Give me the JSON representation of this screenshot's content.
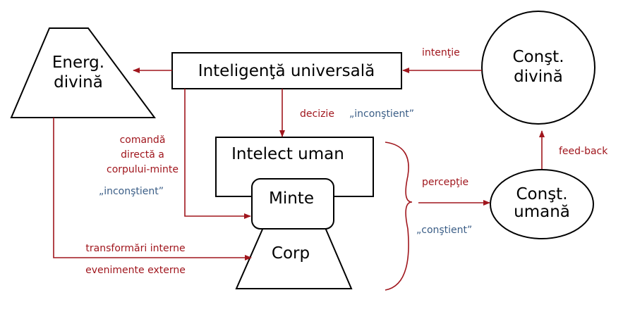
{
  "colors": {
    "arrow": "#a0161d",
    "label_red": "#a0161d",
    "label_blue": "#3a5d86",
    "outline": "#000000"
  },
  "nodes": {
    "energ_divina": [
      "Energ.",
      "divină"
    ],
    "inteligenta_universala": "Inteligenţă universală",
    "const_divina": [
      "Conşt.",
      "divină"
    ],
    "intelect_uman": "Intelect uman",
    "minte": "Minte",
    "corp": "Corp",
    "const_umana": [
      "Conşt.",
      "umană"
    ]
  },
  "edges": {
    "intentie": "intenţie",
    "decizie": "decizie",
    "inconstient_decizie": "„inconştient”",
    "comanda": [
      "comandă",
      "directă a",
      "corpului-minte"
    ],
    "inconstient_comanda": "„inconştient”",
    "perceptie": "percepţie",
    "constient": "„conştient”",
    "feedback": "feed-back",
    "transformari": "transformări interne",
    "evenimente": "evenimente externe"
  }
}
